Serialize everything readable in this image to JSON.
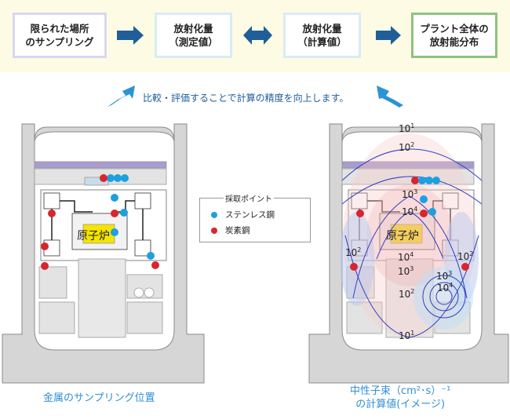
{
  "flow": {
    "box1": "限られた場所\nのサンプリング",
    "box2": "放射化量\n（測定値）",
    "box3": "放射化量\n（計算値）",
    "box4": "プラント全体の\n放射能分布"
  },
  "note": "比較・評価することで計算の精度を向上します。",
  "legend": {
    "title": "採取ポイント",
    "stainless": "ステンレス鋼",
    "carbon": "炭素鋼"
  },
  "reactor_label": "原子炉",
  "flux_labels": {
    "l1": "10",
    "l1_exp": "1",
    "l2": "10",
    "l2_exp": "2",
    "l3": "10",
    "l3_exp": "3",
    "l4": "10",
    "l4_exp": "4",
    "l5": "10",
    "l5_exp": "2",
    "l6": "10",
    "l6_exp": "4",
    "l7": "10",
    "l7_exp": "3",
    "l8": "10",
    "l8_exp": "2",
    "l9": "10",
    "l9_exp": "3",
    "l10": "10",
    "l10_exp": "4",
    "l11": "10",
    "l11_exp": "2",
    "l12": "10",
    "l12_exp": "1"
  },
  "captions": {
    "left": "金属のサンプリング位置",
    "right_line1": "中性子束（cm²･s）⁻¹",
    "right_line2": "の計算値(イメージ)"
  },
  "colors": {
    "stainless": "#1da0e0",
    "carbon": "#d7262e",
    "arrow": "#1f5e99",
    "big_arrow": "#2b94d4"
  }
}
